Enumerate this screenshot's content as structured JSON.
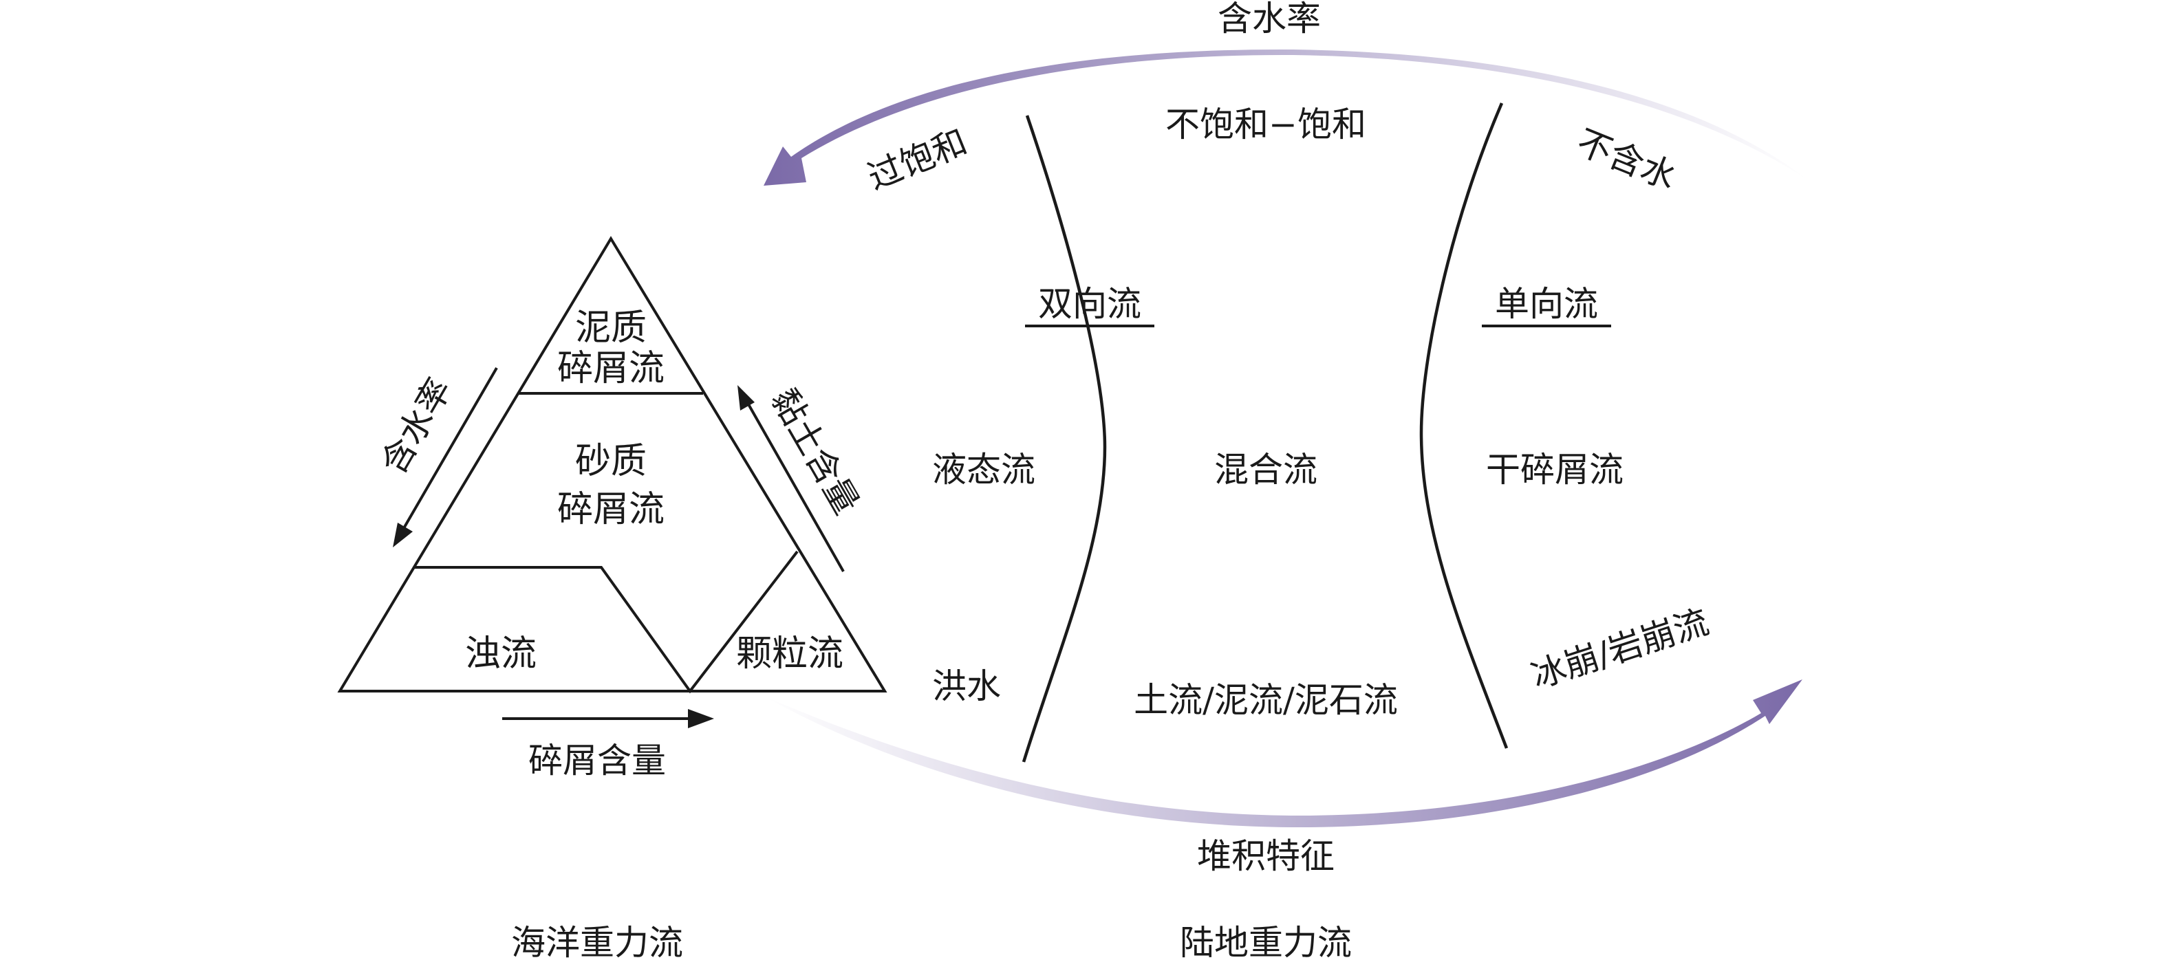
{
  "colors": {
    "triangle_fill": "#fbf7c8",
    "arrow_start": "#ffffff",
    "arrow_end": "#7b6aa8",
    "line": "#1a1a1a"
  },
  "triangle": {
    "top_line1": "泥质",
    "top_line2": "碎屑流",
    "middle_line1": "砂质",
    "middle_line2": "碎屑流",
    "turbidity": "浊流",
    "grain": "颗粒流",
    "left_axis": "含水率",
    "right_axis": "黏土含量",
    "bottom_axis": "碎屑含量"
  },
  "spectrum": {
    "top_arrow": "含水率",
    "bottom_arrow": "堆积特征",
    "oversaturated": "过饱和",
    "unsat_sat": "不饱和−饱和",
    "no_water": "不含水",
    "two_way": "双向流",
    "one_way": "单向流",
    "liquid": "液态流",
    "mixed": "混合流",
    "dry_debris": "干碎屑流",
    "flood": "洪水",
    "earth_mud": "土流/泥流/泥石流",
    "avalanche": "冰崩/岩崩流"
  },
  "captions": {
    "marine": "海洋重力流",
    "land": "陆地重力流"
  }
}
